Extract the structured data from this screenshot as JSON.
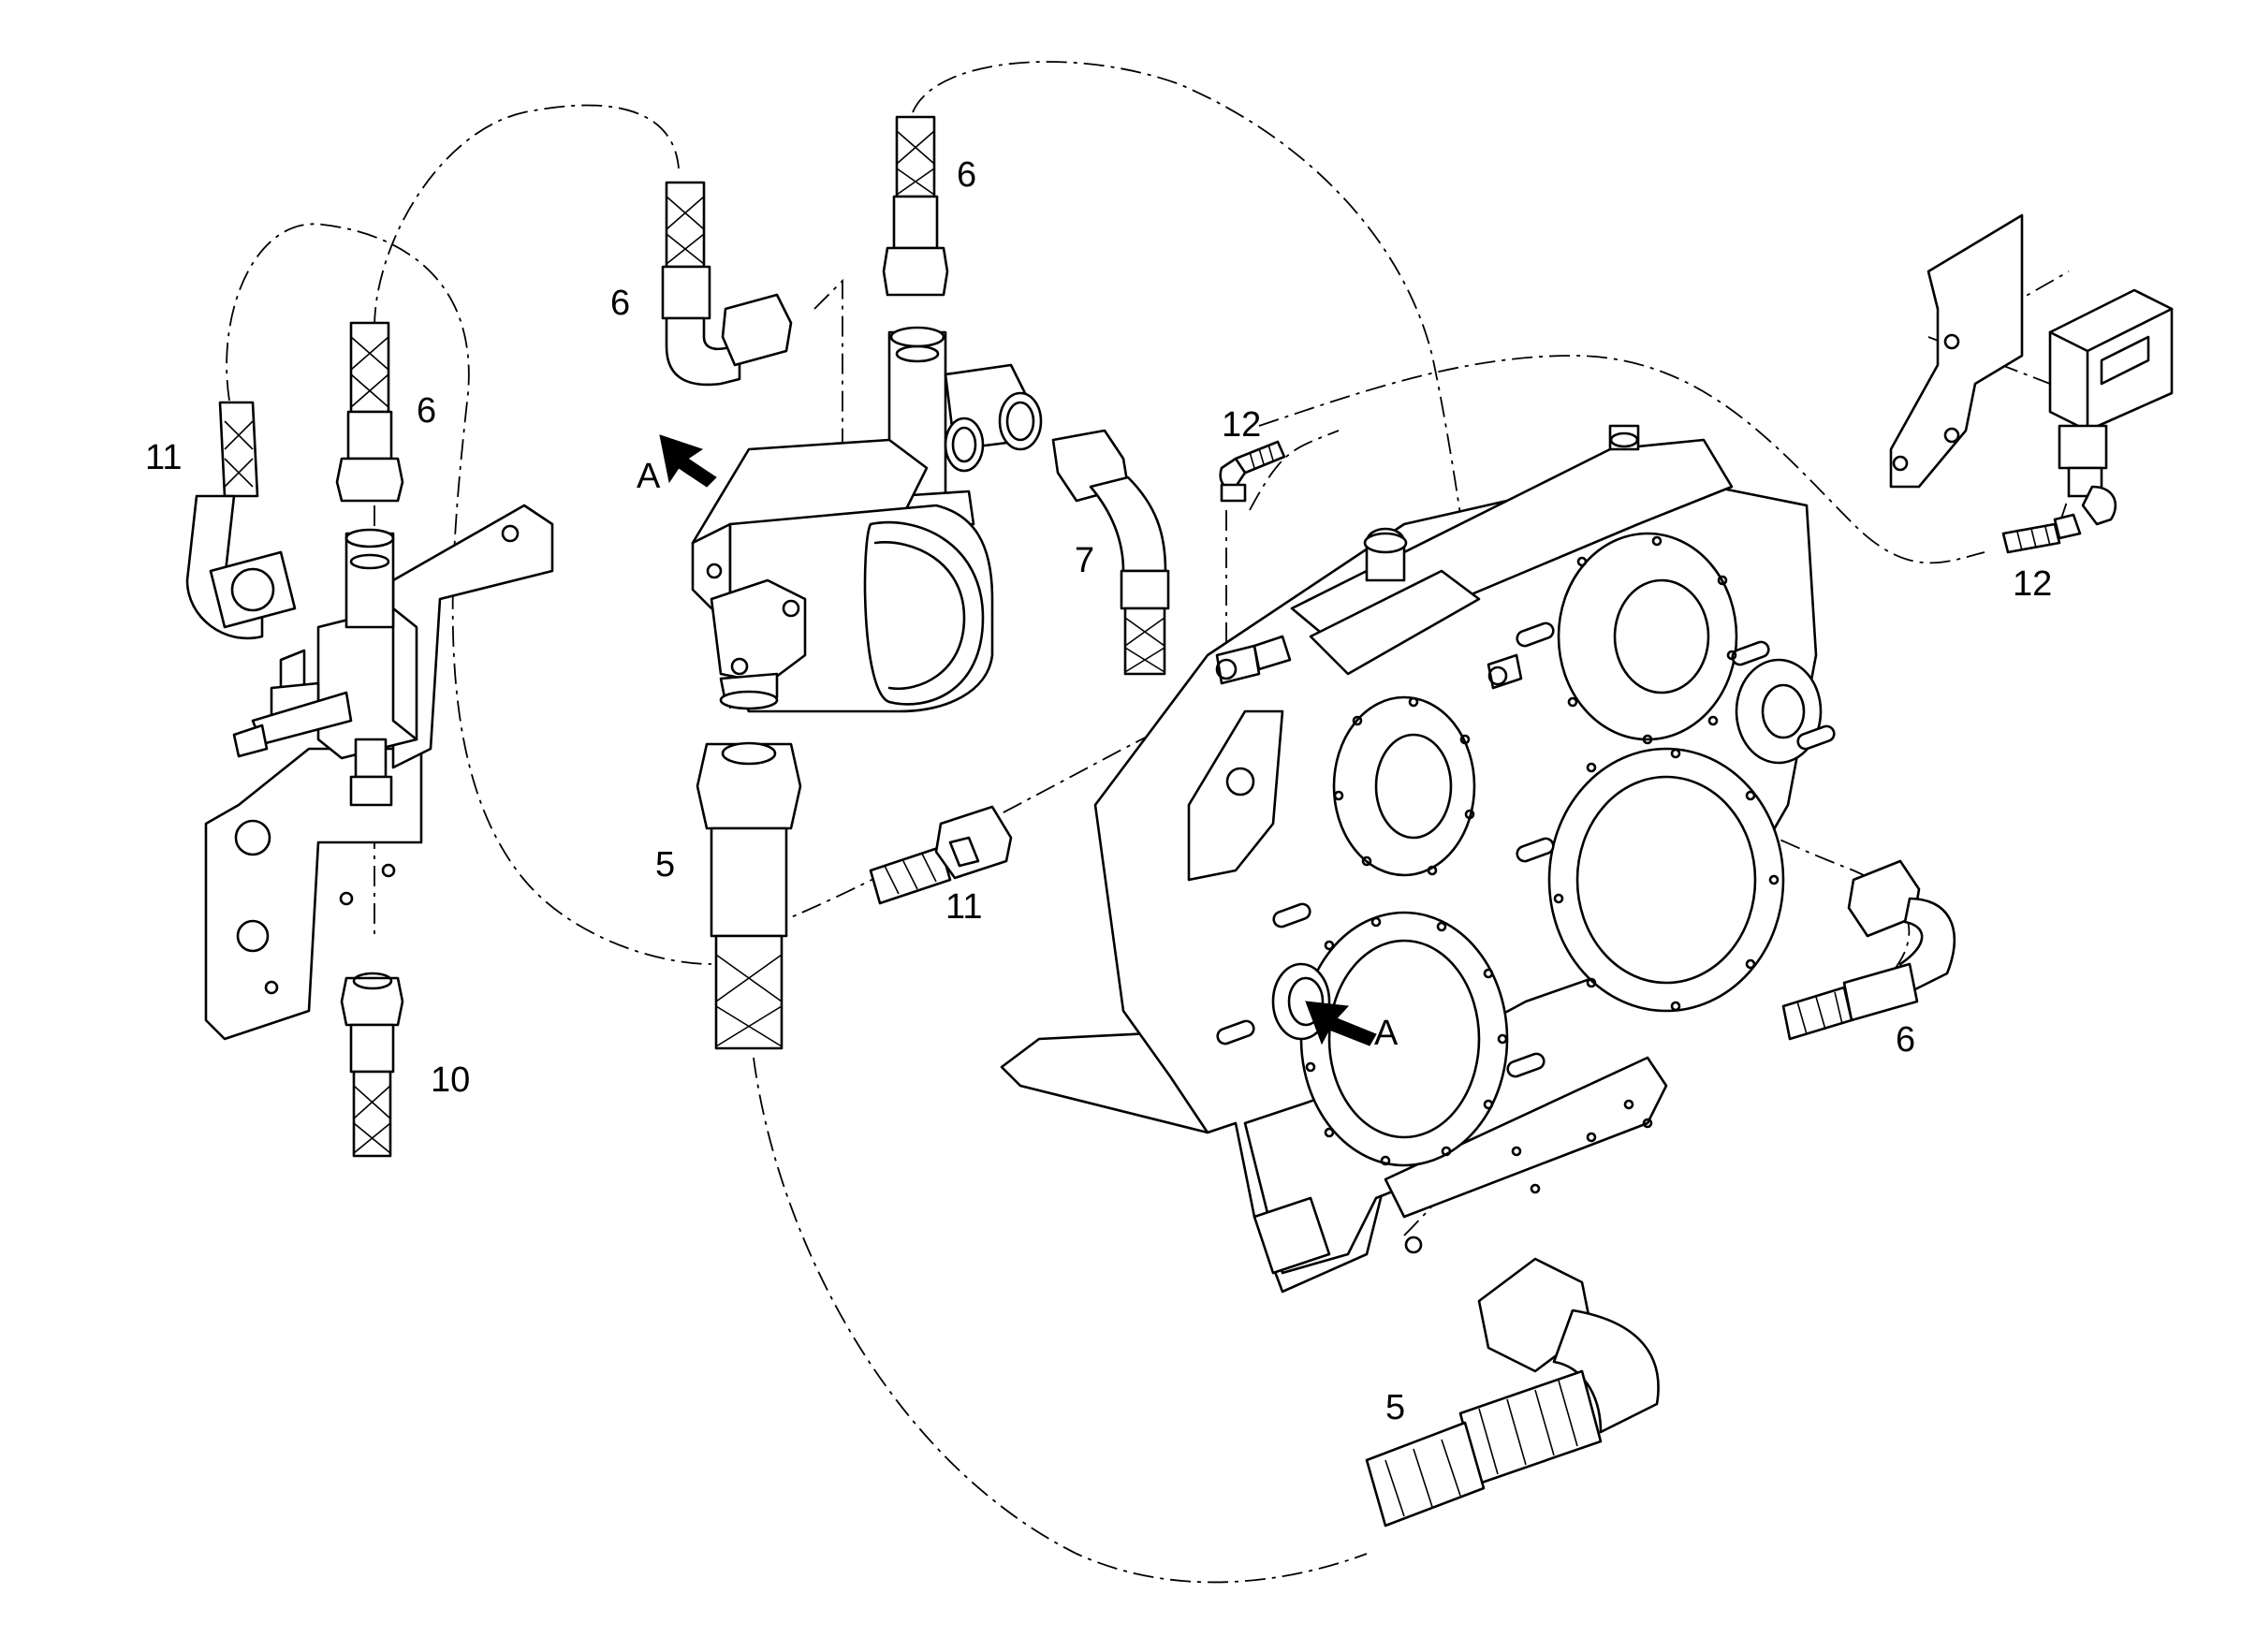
{
  "callouts": {
    "c11_left": "11",
    "c6_left": "6",
    "c10": "10",
    "c6_elbow": "6",
    "c6_top": "6",
    "cA_upper": "A",
    "c5_mid": "5",
    "c11_mid": "11",
    "c7": "7",
    "c12_mid": "12",
    "c12_right": "12",
    "cA_lower": "A",
    "c6_right": "6",
    "c5_bottom": "5"
  },
  "colors": {
    "line": "#000000",
    "background": "#ffffff"
  }
}
